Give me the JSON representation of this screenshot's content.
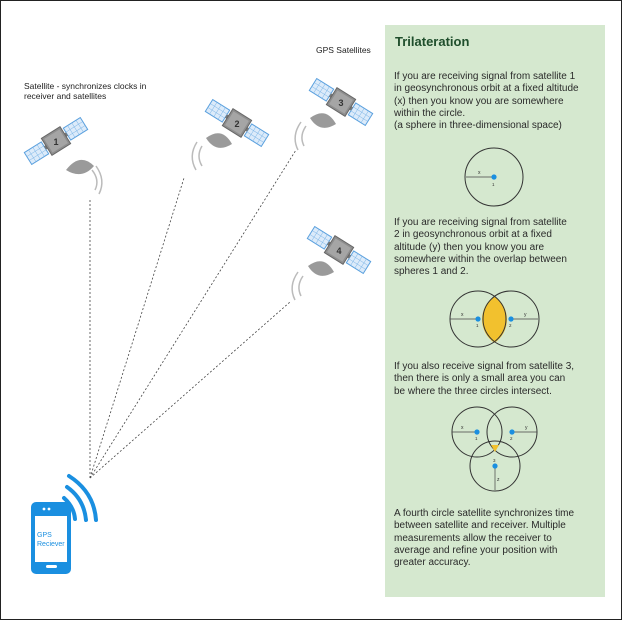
{
  "diagram": {
    "satellite_note": "Satellite - synchronizes clocks in\nreceiver and satellites",
    "gps_satellites_label": "GPS Satellites",
    "satellite_numbers": [
      "1",
      "2",
      "3",
      "4"
    ],
    "receiver_label": [
      "GPS",
      "Reciever"
    ]
  },
  "panel": {
    "title": "Trilateration",
    "para1": "If you are receiving signal from satellite 1\nin geosynchronous orbit at a fixed altitude\n(x) then you know you are somewhere\nwithin the circle.\n(a sphere in three-dimensional space)",
    "para2": "If you are receiving signal from satellite\n2 in geosynchronous orbit at a fixed\naltitude (y) then you know you are\nsomewhere within the overlap between\nspheres 1 and 2.",
    "para3": "If you also receive signal from satellite 3,\nthen there is only a small area you can\nbe where the three circles intersect.",
    "para4": "A fourth circle satellite synchronizes time\nbetween satellite and receiver. Multiple\nmeasurements allow the receiver to\naverage and refine your position with\ngreater accuracy.",
    "circle_labels": {
      "x": "x",
      "y": "y",
      "z": "z",
      "n1": "1",
      "n2": "2",
      "n3": "3"
    }
  },
  "colors": {
    "panel_bg": "#d5e8cf",
    "title": "#1f4e2c",
    "accent_blue": "#1a8fe0",
    "solar_blue": "#dcebfa",
    "satellite_gray": "#9a9a9a",
    "overlap_yellow": "#f2c12e"
  }
}
